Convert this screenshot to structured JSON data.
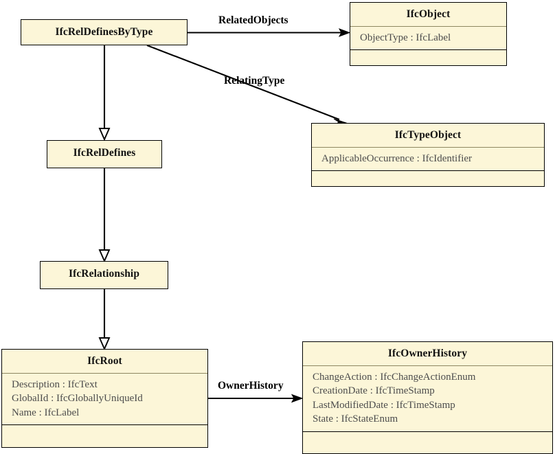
{
  "diagram": {
    "title": "IFC UML class inheritance diagram",
    "colors": {
      "class_fill": "#fcf6d8",
      "class_border": "#000000",
      "compartment_separator": "#8d8761",
      "attribute_text": "#4c4c4c",
      "title_text": "#111111",
      "edge": "#000000",
      "background": "#ffffff"
    },
    "classes": [
      {
        "id": "ifcreldefinesbytype",
        "name": "IfcRelDefinesByType",
        "attributes": [],
        "has_operations_compartment": false
      },
      {
        "id": "ifcobject",
        "name": "IfcObject",
        "attributes": [
          "ObjectType : IfcLabel"
        ],
        "has_operations_compartment": true
      },
      {
        "id": "ifctypeobject",
        "name": "IfcTypeObject",
        "attributes": [
          "ApplicableOccurrence : IfcIdentifier"
        ],
        "has_operations_compartment": true
      },
      {
        "id": "ifcreldefines",
        "name": "IfcRelDefines",
        "attributes": [],
        "has_operations_compartment": false
      },
      {
        "id": "ifcrelationship",
        "name": "IfcRelationship",
        "attributes": [],
        "has_operations_compartment": false
      },
      {
        "id": "ifcroot",
        "name": "IfcRoot",
        "attributes": [
          "Description : IfcText",
          "GlobalId : IfcGloballyUniqueId",
          "Name : IfcLabel"
        ],
        "has_operations_compartment": true
      },
      {
        "id": "ifcownerhistory",
        "name": "IfcOwnerHistory",
        "attributes": [
          "ChangeAction : IfcChangeActionEnum",
          "CreationDate : IfcTimeStamp",
          "LastModifiedDate : IfcTimeStamp",
          "State : IfcStateEnum"
        ],
        "has_operations_compartment": true
      }
    ],
    "edges": [
      {
        "id": "relatedobjects",
        "label": "RelatedObjects",
        "from": "IfcRelDefinesByType",
        "to": "IfcObject",
        "kind": "association",
        "arrowhead": "solid"
      },
      {
        "id": "relatingtype",
        "label": "RelatingType",
        "from": "IfcRelDefinesByType",
        "to": "IfcTypeObject",
        "kind": "association",
        "arrowhead": "solid"
      },
      {
        "id": "ownerhistory",
        "label": "OwnerHistory",
        "from": "IfcRoot",
        "to": "IfcOwnerHistory",
        "kind": "association",
        "arrowhead": "solid"
      },
      {
        "id": "gen-reldefinesbytype-reldefines",
        "label": "",
        "from": "IfcRelDefinesByType",
        "to": "IfcRelDefines",
        "kind": "generalization",
        "arrowhead": "hollow-triangle"
      },
      {
        "id": "gen-reldefines-relationship",
        "label": "",
        "from": "IfcRelDefines",
        "to": "IfcRelationship",
        "kind": "generalization",
        "arrowhead": "hollow-triangle"
      },
      {
        "id": "gen-relationship-root",
        "label": "",
        "from": "IfcRelationship",
        "to": "IfcRoot",
        "kind": "generalization",
        "arrowhead": "hollow-triangle"
      }
    ]
  }
}
